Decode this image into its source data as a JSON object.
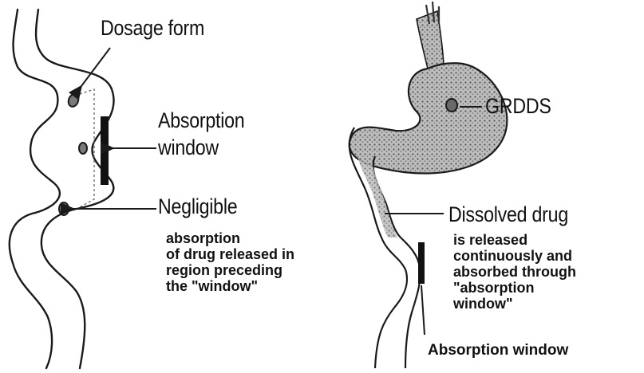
{
  "left_panel": {
    "dosage_form_label": "Dosage form",
    "absorption_window_label_line1": "Absorption",
    "absorption_window_label_line2": "window",
    "negligible_label": "Negligible",
    "negligible_note_lines": [
      "absorption",
      "of drug released in",
      "region preceding",
      "the \"window\""
    ]
  },
  "right_panel": {
    "grdds_label": "GRDDS",
    "dissolved_drug_label": "Dissolved drug",
    "dissolved_note_lines": [
      "is released",
      "continuously and",
      "absorbed through",
      "\"absorption",
      "window\""
    ],
    "absorption_window_bottom_label": "Absorption window"
  },
  "colors": {
    "line": "#1a1a1a",
    "stomach_fill": "#8a8a8a",
    "window_bar": "#111111",
    "background": "#ffffff"
  }
}
